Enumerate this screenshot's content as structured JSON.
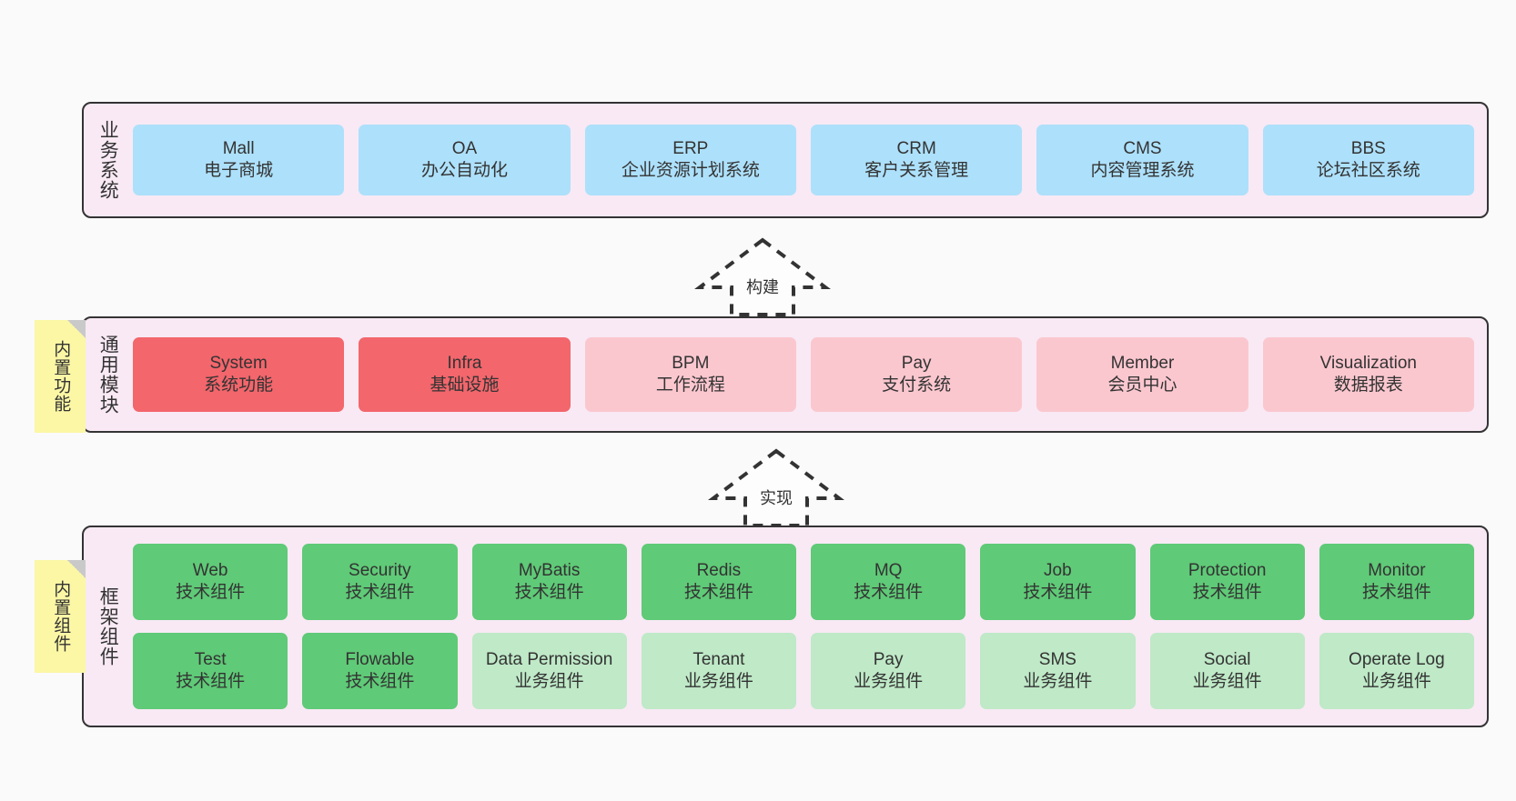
{
  "colors": {
    "canvas_bg": "#fafafa",
    "layer_bg": "#f8e9f4",
    "layer_border": "#333333",
    "business_cell": "#ade0fb",
    "module_strong": "#f2666c",
    "module_light": "#fbc7cf",
    "component_strong": "#5fca77",
    "component_light": "#bfe9c7",
    "note_bg": "#fbf7a5",
    "note_fold": "#c9c9c9",
    "text": "#333333"
  },
  "layers": {
    "business": {
      "title": "业务系统",
      "cells": [
        {
          "en": "Mall",
          "cn": "电子商城"
        },
        {
          "en": "OA",
          "cn": "办公自动化"
        },
        {
          "en": "ERP",
          "cn": "企业资源计划系统"
        },
        {
          "en": "CRM",
          "cn": "客户关系管理"
        },
        {
          "en": "CMS",
          "cn": "内容管理系统"
        },
        {
          "en": "BBS",
          "cn": "论坛社区系统"
        }
      ]
    },
    "common": {
      "title": "通用模块",
      "note": "内置功能",
      "cells": [
        {
          "en": "System",
          "cn": "系统功能",
          "tone": "strong"
        },
        {
          "en": "Infra",
          "cn": "基础设施",
          "tone": "strong"
        },
        {
          "en": "BPM",
          "cn": "工作流程",
          "tone": "light"
        },
        {
          "en": "Pay",
          "cn": "支付系统",
          "tone": "light"
        },
        {
          "en": "Member",
          "cn": "会员中心",
          "tone": "light"
        },
        {
          "en": "Visualization",
          "cn": "数据报表",
          "tone": "light"
        }
      ]
    },
    "framework": {
      "title": "框架组件",
      "note": "内置组件",
      "row1": [
        {
          "en": "Web",
          "cn": "技术组件",
          "tone": "strong"
        },
        {
          "en": "Security",
          "cn": "技术组件",
          "tone": "strong"
        },
        {
          "en": "MyBatis",
          "cn": "技术组件",
          "tone": "strong"
        },
        {
          "en": "Redis",
          "cn": "技术组件",
          "tone": "strong"
        },
        {
          "en": "MQ",
          "cn": "技术组件",
          "tone": "strong"
        },
        {
          "en": "Job",
          "cn": "技术组件",
          "tone": "strong"
        },
        {
          "en": "Protection",
          "cn": "技术组件",
          "tone": "strong"
        },
        {
          "en": "Monitor",
          "cn": "技术组件",
          "tone": "strong"
        }
      ],
      "row2": [
        {
          "en": "Test",
          "cn": "技术组件",
          "tone": "strong"
        },
        {
          "en": "Flowable",
          "cn": "技术组件",
          "tone": "strong"
        },
        {
          "en": "Data Permission",
          "cn": "业务组件",
          "tone": "light"
        },
        {
          "en": "Tenant",
          "cn": "业务组件",
          "tone": "light"
        },
        {
          "en": "Pay",
          "cn": "业务组件",
          "tone": "light"
        },
        {
          "en": "SMS",
          "cn": "业务组件",
          "tone": "light"
        },
        {
          "en": "Social",
          "cn": "业务组件",
          "tone": "light"
        },
        {
          "en": "Operate Log",
          "cn": "业务组件",
          "tone": "light"
        }
      ]
    }
  },
  "arrows": [
    {
      "label": "构建",
      "name": "build"
    },
    {
      "label": "实现",
      "name": "implement"
    }
  ]
}
